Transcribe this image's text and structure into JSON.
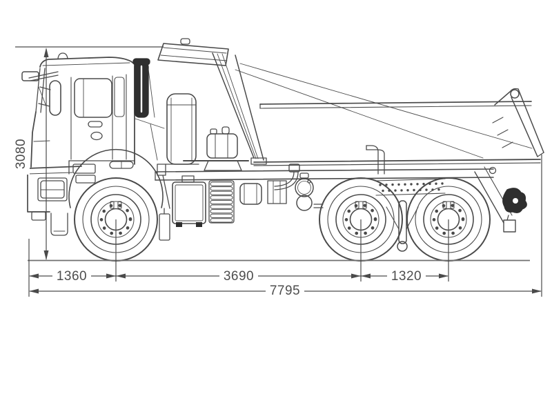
{
  "figure": {
    "type": "technical line drawing",
    "subject": "three-axle dump truck, side view with overall dimensions"
  },
  "colors": {
    "background": "#ffffff",
    "line": "#4a4a4a",
    "dark_fill": "#2f2f2f",
    "dimension_text": "#4d4d4d"
  },
  "dimensions": {
    "height": "3080",
    "front_overhang_to_front_axle": "1360",
    "front_axle_to_rear_bogie": "3690",
    "rear_bogie_spacing": "1320",
    "overall_length": "7795"
  }
}
